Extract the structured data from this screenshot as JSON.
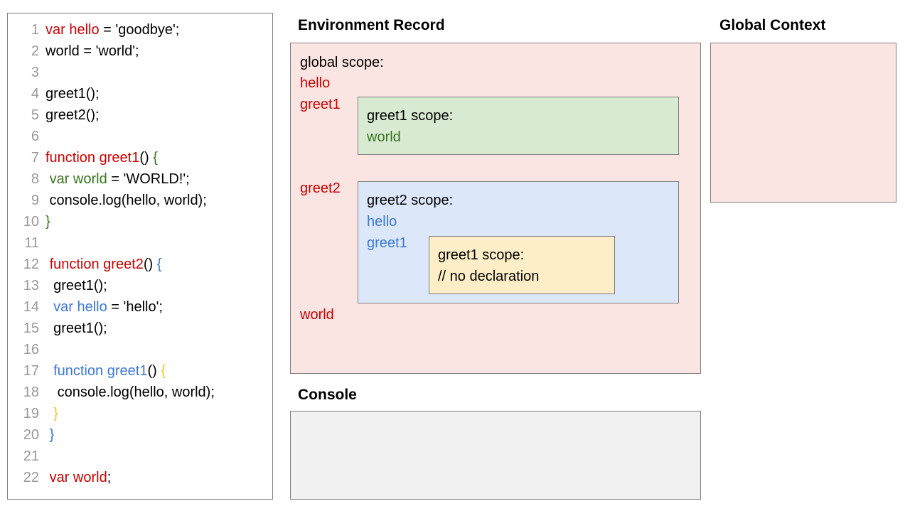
{
  "editor": {
    "lines": [
      {
        "num": "1",
        "tokens": [
          {
            "t": "var hello",
            "c": "red"
          },
          {
            "t": " = 'goodbye';",
            "c": "black"
          }
        ]
      },
      {
        "num": "2",
        "tokens": [
          {
            "t": "world = 'world';",
            "c": "black"
          }
        ]
      },
      {
        "num": "3",
        "tokens": [
          {
            "t": "",
            "c": "black"
          }
        ]
      },
      {
        "num": "4",
        "tokens": [
          {
            "t": "greet1();",
            "c": "black"
          }
        ]
      },
      {
        "num": "5",
        "tokens": [
          {
            "t": "greet2();",
            "c": "black"
          }
        ]
      },
      {
        "num": "6",
        "tokens": [
          {
            "t": "",
            "c": "black"
          }
        ]
      },
      {
        "num": "7",
        "tokens": [
          {
            "t": "function greet1",
            "c": "red"
          },
          {
            "t": "() ",
            "c": "black"
          },
          {
            "t": "{",
            "c": "green"
          }
        ]
      },
      {
        "num": "8",
        "tokens": [
          {
            "t": " ",
            "c": "black"
          },
          {
            "t": "var world",
            "c": "green"
          },
          {
            "t": " = 'WORLD!';",
            "c": "black"
          }
        ]
      },
      {
        "num": "9",
        "tokens": [
          {
            "t": " console.log(hello, world);",
            "c": "black"
          }
        ]
      },
      {
        "num": "10",
        "tokens": [
          {
            "t": "}",
            "c": "green"
          }
        ]
      },
      {
        "num": "11",
        "tokens": [
          {
            "t": "",
            "c": "black"
          }
        ]
      },
      {
        "num": "12",
        "tokens": [
          {
            "t": " ",
            "c": "black"
          },
          {
            "t": "function greet2",
            "c": "red"
          },
          {
            "t": "() ",
            "c": "black"
          },
          {
            "t": "{",
            "c": "blue"
          }
        ]
      },
      {
        "num": "13",
        "tokens": [
          {
            "t": "  greet1();",
            "c": "black"
          }
        ]
      },
      {
        "num": "14",
        "tokens": [
          {
            "t": "  ",
            "c": "black"
          },
          {
            "t": "var hello",
            "c": "blue"
          },
          {
            "t": " = 'hello';",
            "c": "black"
          }
        ]
      },
      {
        "num": "15",
        "tokens": [
          {
            "t": "  greet1();",
            "c": "black"
          }
        ]
      },
      {
        "num": "16",
        "tokens": [
          {
            "t": "",
            "c": "black"
          }
        ]
      },
      {
        "num": "17",
        "tokens": [
          {
            "t": "  ",
            "c": "black"
          },
          {
            "t": "function greet1",
            "c": "blue"
          },
          {
            "t": "() ",
            "c": "black"
          },
          {
            "t": "{",
            "c": "yellow"
          }
        ]
      },
      {
        "num": "18",
        "tokens": [
          {
            "t": "   console.log(hello, world);",
            "c": "black"
          }
        ]
      },
      {
        "num": "19",
        "tokens": [
          {
            "t": "  ",
            "c": "black"
          },
          {
            "t": "}",
            "c": "yellow"
          }
        ]
      },
      {
        "num": "20",
        "tokens": [
          {
            "t": " ",
            "c": "black"
          },
          {
            "t": "}",
            "c": "blue"
          }
        ]
      },
      {
        "num": "21",
        "tokens": [
          {
            "t": "",
            "c": "black"
          }
        ]
      },
      {
        "num": "22",
        "tokens": [
          {
            "t": " ",
            "c": "black"
          },
          {
            "t": "var world",
            "c": "red"
          },
          {
            "t": ";",
            "c": "black"
          }
        ]
      }
    ]
  },
  "environment_record": {
    "title": "Environment Record",
    "global_scope_label": "global scope:",
    "global_vars_before": [
      "hello",
      "greet1"
    ],
    "greet2_var": "greet2",
    "world_var": "world",
    "greet1_scope": {
      "title": "greet1 scope:",
      "vars": [
        "world"
      ]
    },
    "greet2_scope": {
      "title": "greet2 scope:",
      "vars": [
        "hello",
        "greet1"
      ],
      "inner_greet1_scope": {
        "title": "greet1 scope:",
        "note": "// no declaration"
      }
    }
  },
  "global_context": {
    "title": "Global Context",
    "content": ""
  },
  "console": {
    "title": "Console",
    "content": ""
  },
  "colors": {
    "global_scope_bg": "#fbe5e3",
    "greet1_scope_bg": "#d9ead3",
    "greet2_scope_bg": "#dce8f9",
    "inner_greet1_scope_bg": "#fdeec8",
    "console_bg": "#f1f1f1",
    "border": "#7f7f7f",
    "token_red": "#cc0000",
    "token_green": "#38761d",
    "token_blue": "#3c78d8",
    "token_yellow": "#f1c232",
    "line_number": "#999999"
  }
}
